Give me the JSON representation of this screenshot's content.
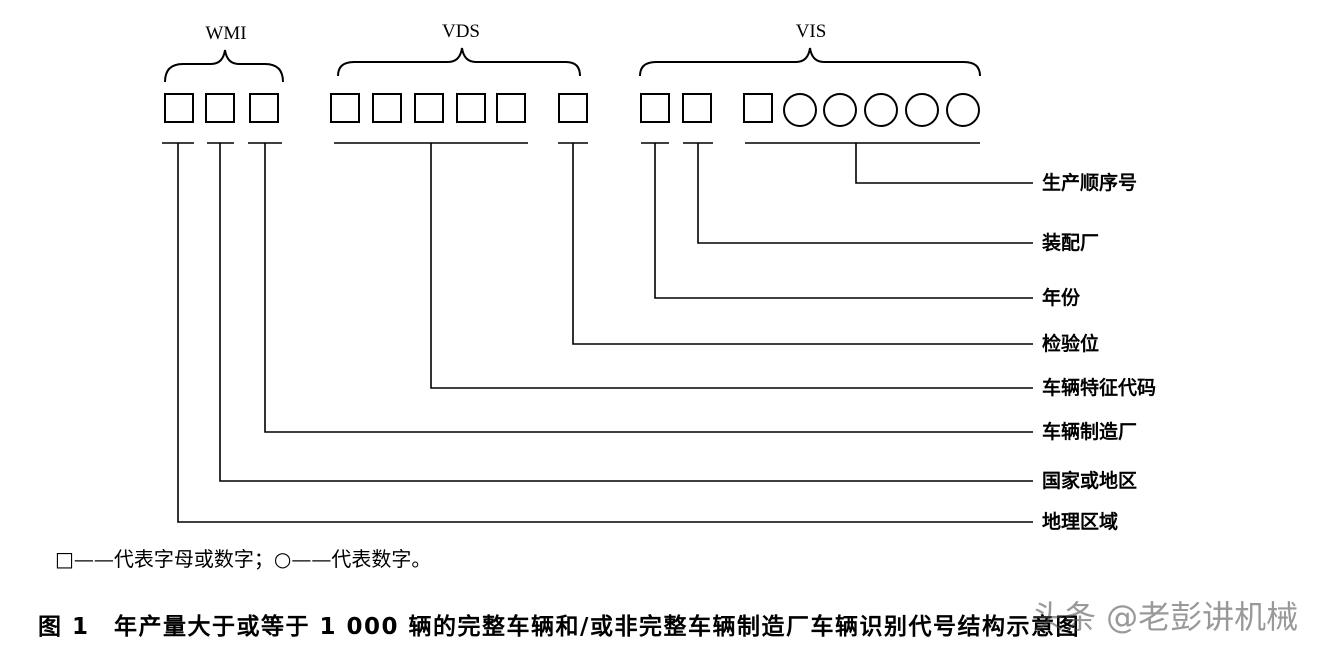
{
  "groups": {
    "wmi": "WMI",
    "vds": "VDS",
    "vis": "VIS"
  },
  "labels": {
    "production_sequence": "生产顺序号",
    "assembly_plant": "装配厂",
    "year": "年份",
    "check_digit": "检验位",
    "vehicle_attributes": "车辆特征代码",
    "manufacturer": "车辆制造厂",
    "country": "国家或地区",
    "region": "地理区域"
  },
  "legend": "□——代表字母或数字；○——代表数字。",
  "caption": "图 1　年产量大于或等于 1 000 辆的完整车辆和/或非完整车辆制造厂车辆识别代号结构示意图",
  "watermark": "头条 @老彭讲机械"
}
